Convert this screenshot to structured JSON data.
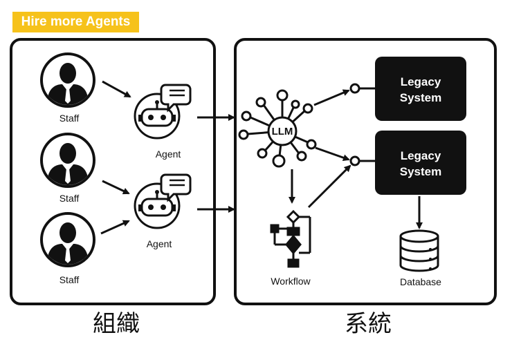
{
  "badge": {
    "text": "Hire more Agents",
    "color": "#f6c21b"
  },
  "organization": {
    "caption": "組織",
    "staff": [
      {
        "label": "Staff",
        "icon": "person-icon"
      },
      {
        "label": "Staff",
        "icon": "person-icon"
      },
      {
        "label": "Staff",
        "icon": "person-icon"
      }
    ],
    "agents": [
      {
        "label": "Agent",
        "icon": "robot-chat-icon"
      },
      {
        "label": "Agent",
        "icon": "robot-chat-icon"
      }
    ]
  },
  "system": {
    "caption": "系統",
    "llm": {
      "label": "LLM",
      "icon": "llm-network-icon"
    },
    "legacy_systems": [
      {
        "line1": "Legacy",
        "line2": "System"
      },
      {
        "line1": "Legacy",
        "line2": "System"
      }
    ],
    "workflow": {
      "label": "Workflow",
      "icon": "flowchart-icon"
    },
    "database": {
      "label": "Database",
      "icon": "database-icon"
    }
  }
}
